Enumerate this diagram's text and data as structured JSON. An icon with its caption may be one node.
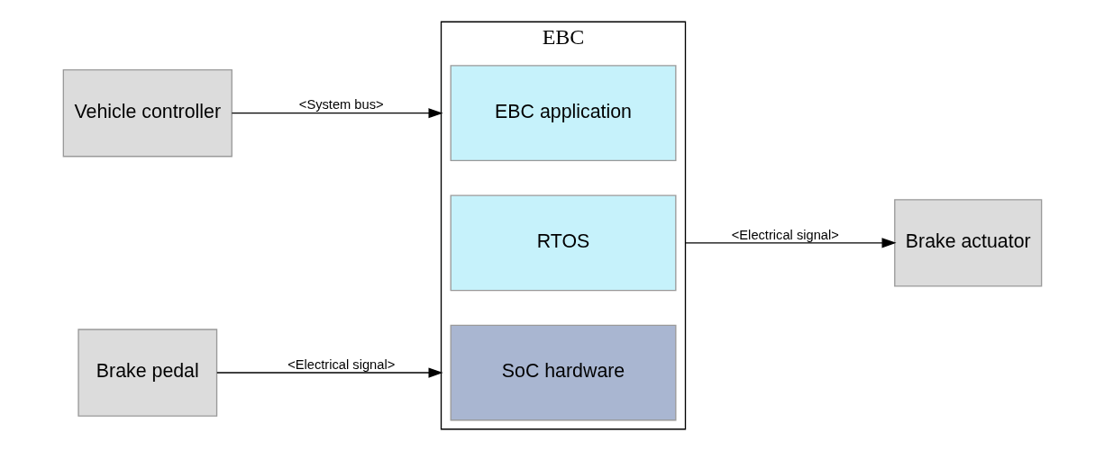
{
  "diagram": {
    "nodes": [
      {
        "text": [
          "EBC"
        ]
      },
      {
        "text": [
          "EBC application"
        ],
        "in": 0
      },
      {
        "text": [
          "RTOS"
        ],
        "in": 0
      },
      {
        "text": [
          "SoC hardware"
        ],
        "in": 0
      },
      {
        "text": [
          "Vehicle controller"
        ]
      },
      {
        "text": [
          "Brake pedal"
        ]
      },
      {
        "text": [
          "Brake actuator"
        ]
      }
    ],
    "edges": [
      {
        "from": 4,
        "to": 0,
        "arrow": "to",
        "label": "<System bus>"
      },
      {
        "from": 5,
        "to": 0,
        "arrow": "to",
        "label": "<Electrical signal>"
      },
      {
        "from": 0,
        "to": 6,
        "arrow": "to",
        "label": "<Electrical signal>"
      }
    ]
  }
}
